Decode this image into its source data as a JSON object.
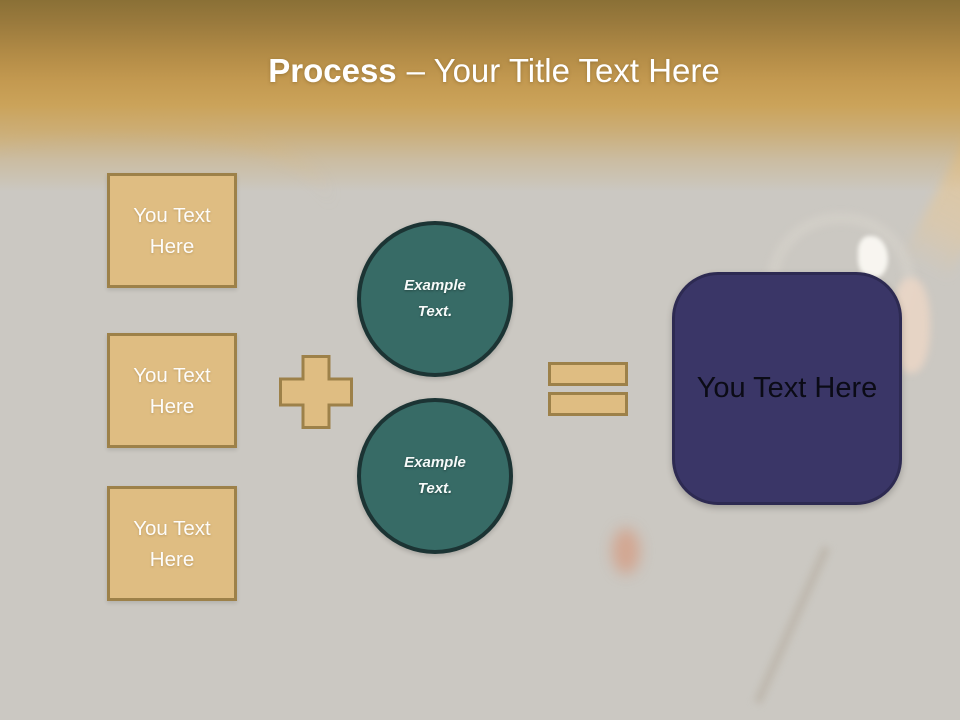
{
  "slide": {
    "title": {
      "prefix": "Process",
      "rest": "– Your Title Text Here"
    },
    "left_boxes": [
      {
        "label": "You Text Here"
      },
      {
        "label": "You Text Here"
      },
      {
        "label": "You Text Here"
      }
    ],
    "operators": {
      "plus": "plus-sign",
      "equals": "equals-sign"
    },
    "circles": [
      {
        "label": "Example Text."
      },
      {
        "label": "Example Text."
      }
    ],
    "result_box": {
      "label": "You Text Here"
    },
    "colors": {
      "header_gold_dark": "#8A7036",
      "header_gold": "#CBA35A",
      "background_gray": "#CBC8C2",
      "tan_fill": "#DFBD82",
      "tan_border": "#9D8149",
      "teal_fill": "#376B66",
      "teal_border": "#1C3434",
      "navy_fill": "#3A3667",
      "navy_border": "#2D2A52",
      "title_text": "#FFFFFF",
      "result_text": "#0B0B16"
    }
  }
}
